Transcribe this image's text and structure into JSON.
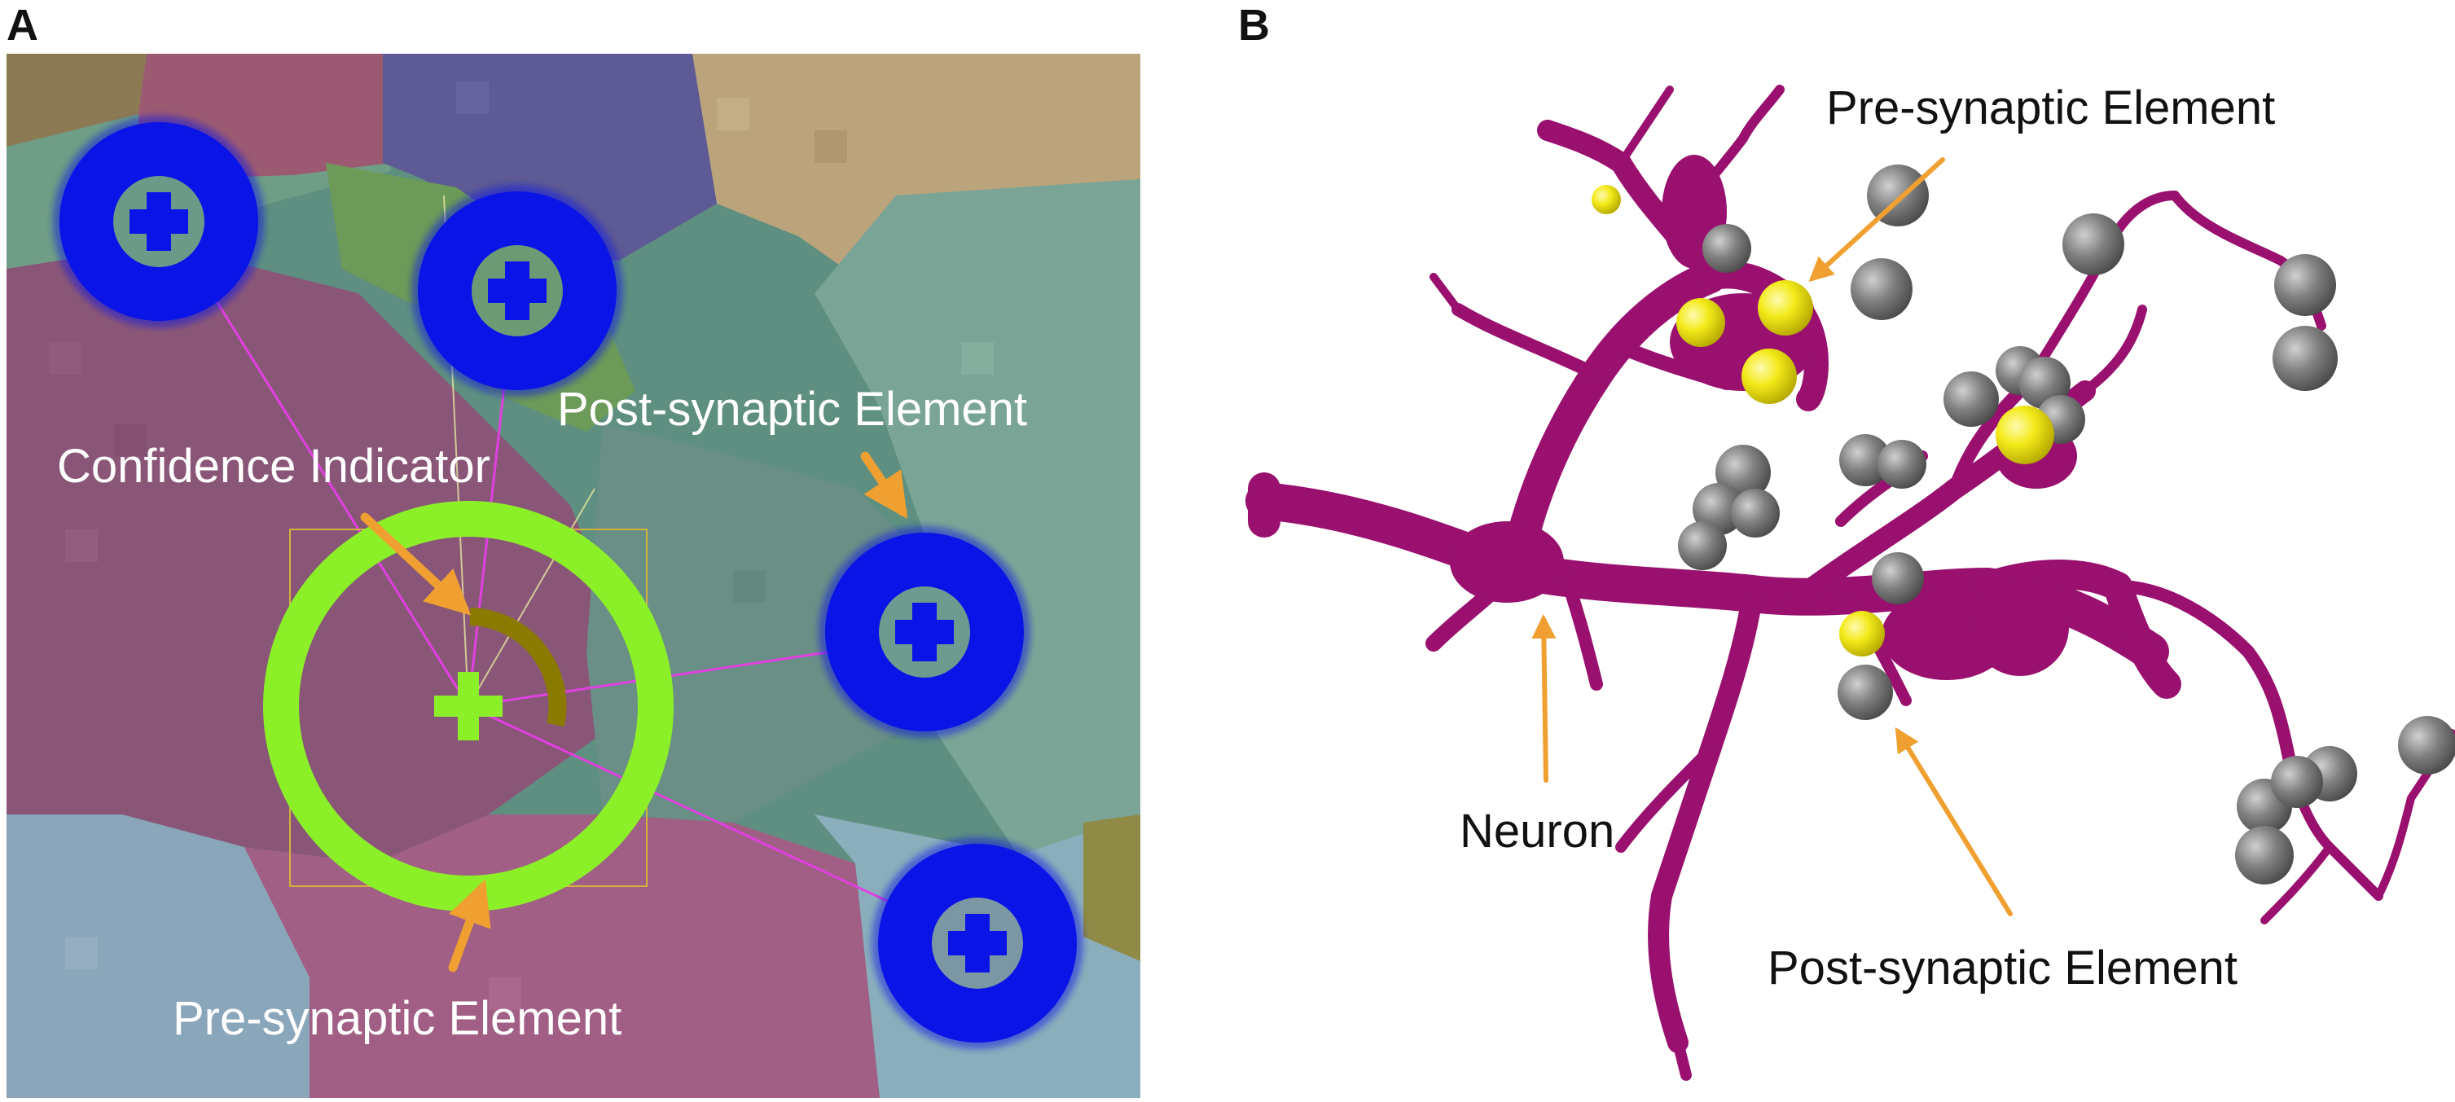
{
  "panels": {
    "a": {
      "letter": "A",
      "labels": {
        "confidence": "Confidence Indicator",
        "post_synaptic": "Post-synaptic Element",
        "pre_synaptic": "Pre-synaptic Element"
      }
    },
    "b": {
      "letter": "B",
      "labels": {
        "pre_synaptic": "Pre-synaptic Element",
        "neuron": "Neuron",
        "post_synaptic": "Post-synaptic Element"
      }
    }
  },
  "colors": {
    "annotation_arrow": "#f0a030",
    "post_marker": "#0a14e6",
    "pre_ring": "#8cf028",
    "confidence_arc": "#8a7a00",
    "link_line": "#e040e0",
    "neuron": "#99106e",
    "pre_sphere": "#f3ea1a",
    "post_sphere": "#7d7d7d"
  }
}
